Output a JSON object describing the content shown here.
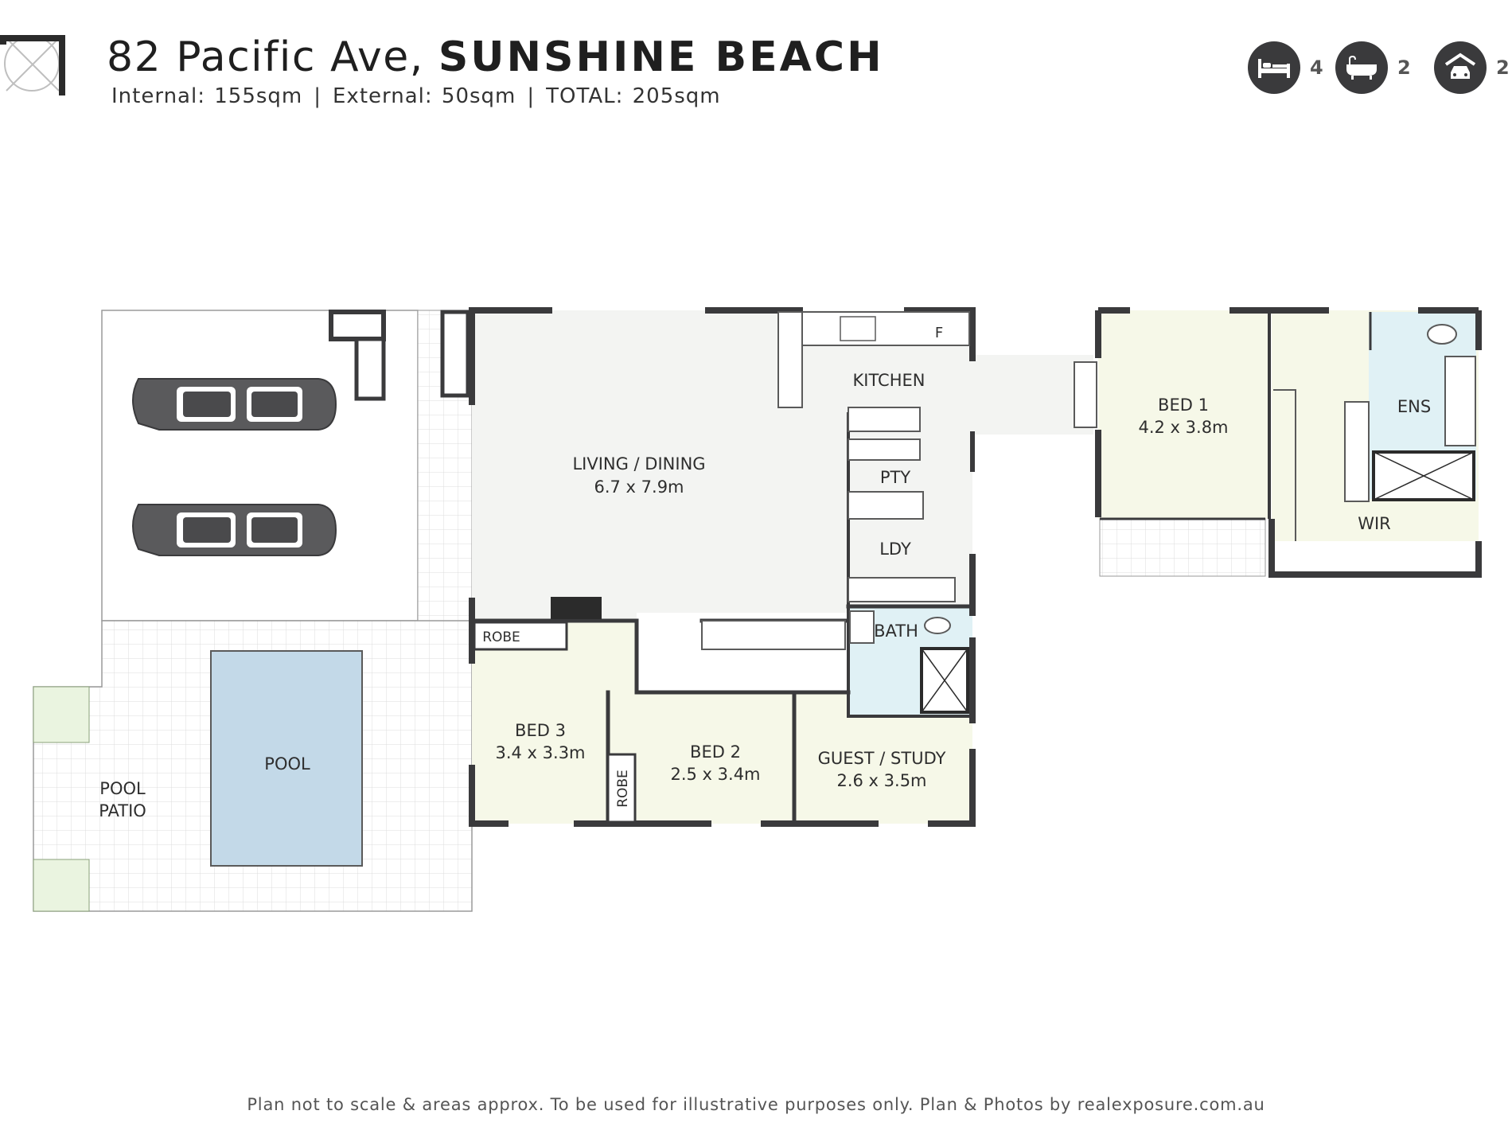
{
  "header": {
    "address_street": "82 Pacific Ave,",
    "address_suburb": "SUNSHINE BEACH",
    "internal": "Internal: 155sqm",
    "external": "External: 50sqm",
    "total": "TOTAL: 205sqm",
    "divider": "|"
  },
  "features": [
    {
      "icon": "bed-icon",
      "count": "4"
    },
    {
      "icon": "bath-icon",
      "count": "2"
    },
    {
      "icon": "garage-car-icon",
      "count": "2"
    }
  ],
  "rooms": {
    "living_name": "LIVING / DINING",
    "living_size": "6.7 x 7.9m",
    "kitchen": "KITCHEN",
    "fridge": "F",
    "pantry": "PTY",
    "laundry": "LDY",
    "bath": "BATH",
    "bed1_name": "BED 1",
    "bed1_size": "4.2 x 3.8m",
    "ensuite": "ENS",
    "wir": "WIR",
    "bed3_name": "BED 3",
    "bed3_size": "3.4 x 3.3m",
    "bed2_name": "BED 2",
    "bed2_size": "2.5 x 3.4m",
    "guest_name": "GUEST / STUDY",
    "guest_size": "2.6 x 3.5m",
    "robe": "ROBE",
    "robe2": "ROBE",
    "pool": "POOL",
    "patio_line1": "POOL",
    "patio_line2": "PATIO"
  },
  "colors": {
    "wall": "#3a3a3c",
    "floor": "#f3f4f2",
    "bedroom": "#f6f8e8",
    "wet": "#e0f1f5",
    "pool": "#c3d9e8",
    "garden": "#eaf4e0",
    "tile": "#dcdcdc"
  },
  "footer": "Plan not to scale & areas approx. To be used for illustrative purposes only. Plan & Photos by realexposure.com.au"
}
